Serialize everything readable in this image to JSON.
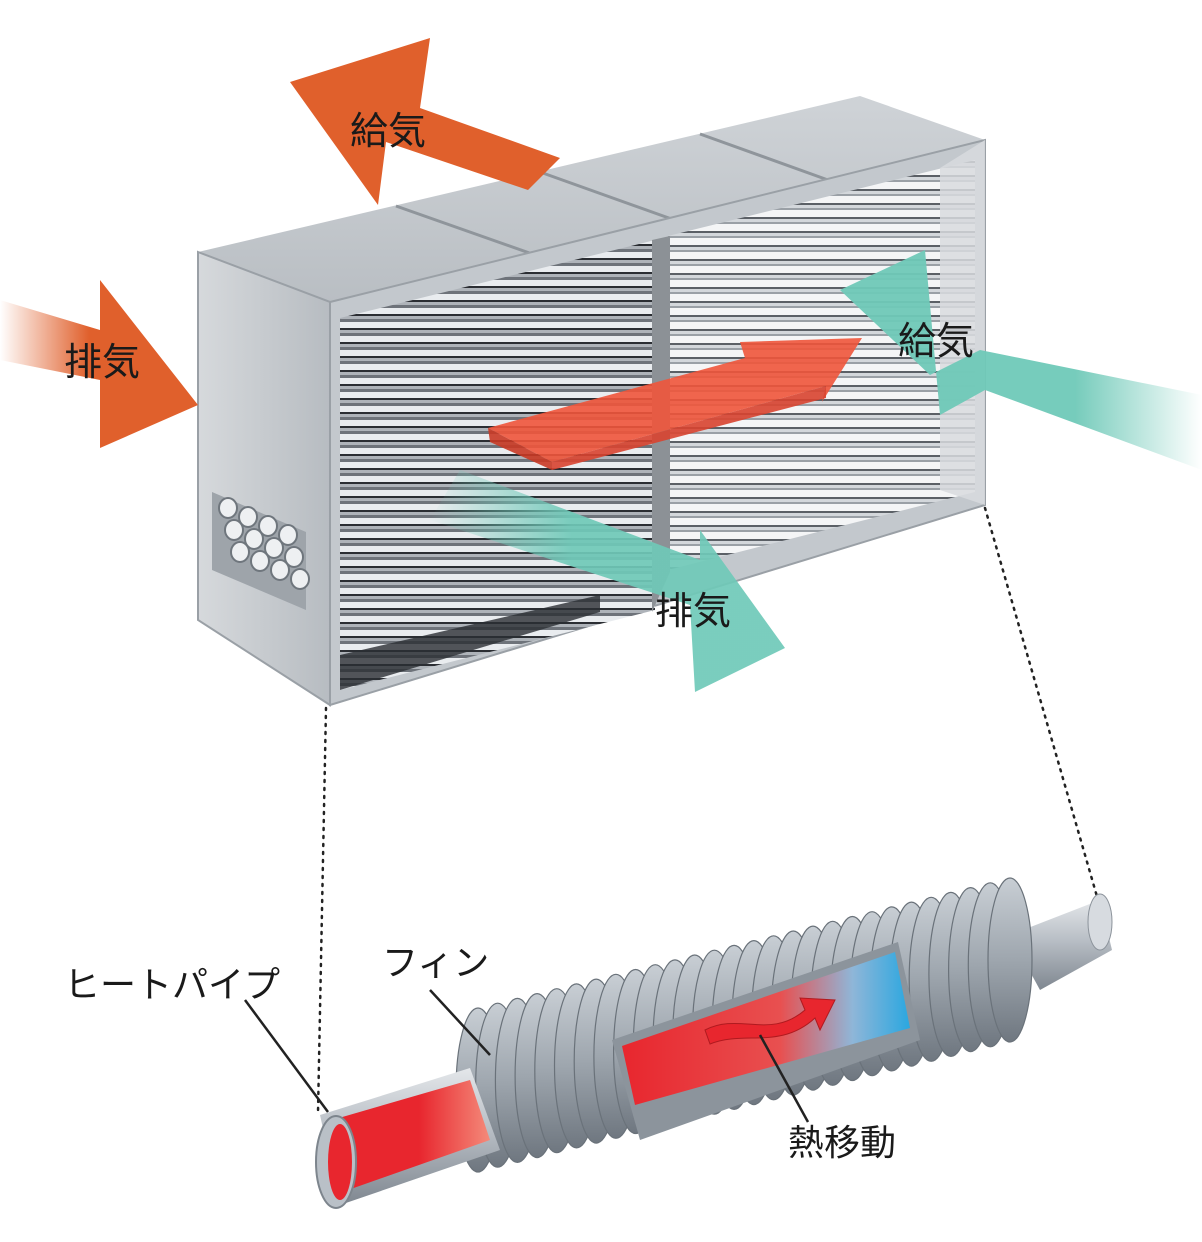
{
  "labels": {
    "supply_air_top": "給気",
    "exhaust_air_left": "排気",
    "supply_air_right": "給気",
    "exhaust_air_bottom": "排気",
    "heat_pipe": "ヒートパイプ",
    "fin": "フィン",
    "heat_transfer": "熱移動"
  },
  "colors": {
    "exhaust_arrow": "#e0602c",
    "supply_arrow": "#6fc9b8",
    "heat_arrow": "#f0553b",
    "hot_pipe": "#e8262e",
    "cold_pipe": "#2aa7e0",
    "housing": "#c9cdd2",
    "fin": "#a9b1ba"
  }
}
